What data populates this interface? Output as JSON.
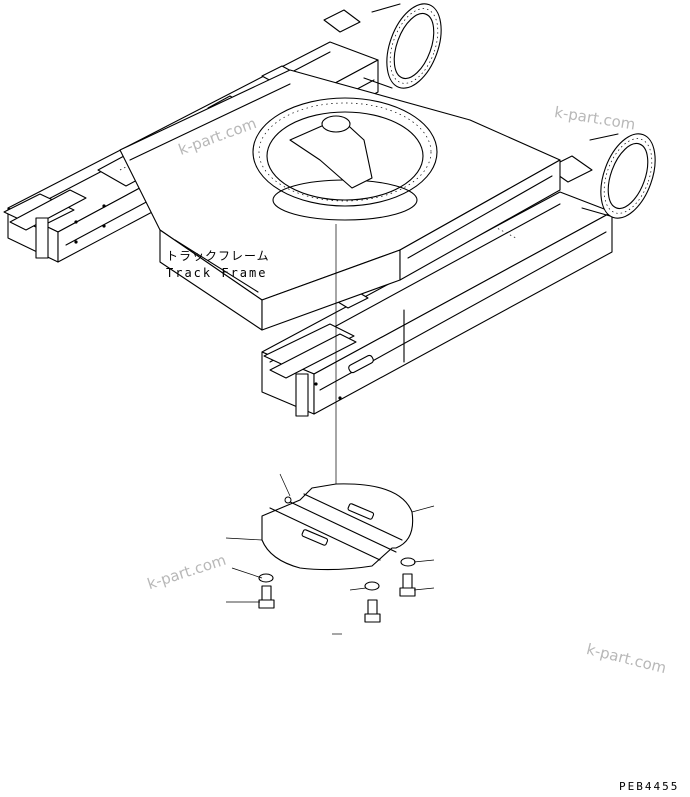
{
  "labels": {
    "part_name_jp": "トラックフレーム",
    "part_name_en": "Track Frame",
    "drawing_code": "PEB4455"
  },
  "watermarks": [
    "k-part.com",
    "k-part.com",
    "k-part.com",
    "k-part.com"
  ],
  "icons": {
    "track_frame": "track-frame-drawing",
    "cover_plate": "undercover-plate-drawing",
    "bolt": "bolt-drawing",
    "washer": "washer-drawing"
  }
}
